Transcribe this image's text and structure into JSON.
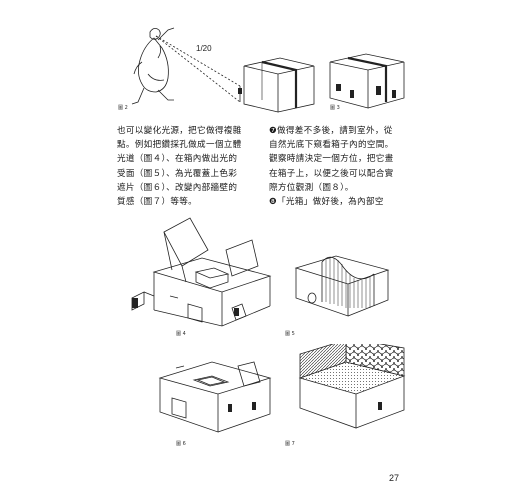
{
  "figures": {
    "fig2": {
      "caption": "圖 2",
      "ratio": "1/20"
    },
    "fig3": {
      "caption": "圖 3"
    },
    "fig4": {
      "caption": "圖 4"
    },
    "fig5": {
      "caption": "圖 5"
    },
    "fig6": {
      "caption": "圖 6"
    },
    "fig7": {
      "caption": "圖 7"
    }
  },
  "text": {
    "left": [
      "也可以變化光源，把它做得複雜",
      "點。例如把鑽採孔做成一個立體",
      "光道（圖４）、在箱內做出光的",
      "受面（圖５）、為光覆蓋上色彩",
      "遮片（圖６）、改變內部牆壁的",
      "質感（圖７）等等。"
    ],
    "right": [
      "❼做得差不多後，請到室外，從",
      "自然光底下窺看箱子內的空間。",
      "觀察時請決定一個方位，把它畫",
      "在箱子上，以便之後可以配合實",
      "際方位觀測（圖８）。",
      "❽「光箱」做好後，為內部空"
    ]
  },
  "page_number": "27"
}
